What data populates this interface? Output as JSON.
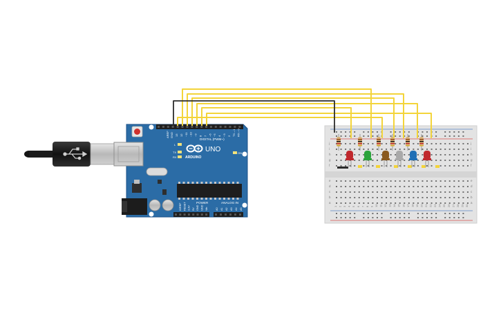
{
  "board": {
    "model": "UNO",
    "brand": "ARDUINO",
    "header_top": "DIGITAL (PWM~)",
    "power_label": "POWER",
    "analog_label": "ANALOG IN",
    "aref": "AREF",
    "gnd": "GND",
    "pin_13": "13",
    "pin_12": "12",
    "pin_11": "~11",
    "pin_10": "~10",
    "pin_9": "~9",
    "pin_8": "8",
    "pin_7": "7",
    "pin_6": "~6",
    "pin_5": "~5",
    "pin_4": "4",
    "pin_3": "~3",
    "pin_2": "2",
    "tx1": "TX→1",
    "rx0": "RX←0",
    "led_l": "L",
    "led_tx": "TX",
    "led_rx": "RX",
    "led_on": "ON",
    "power_pins": [
      "IOREF",
      "RESET",
      "3.3V",
      "5V",
      "GND",
      "GND",
      "Vin"
    ],
    "analog_pins": [
      "A0",
      "A1",
      "A2",
      "A3",
      "A4",
      "A5"
    ]
  },
  "leds": [
    {
      "color": "#c0282d"
    },
    {
      "color": "#2aa33a"
    },
    {
      "color": "#8a5a1e"
    },
    {
      "color": "#a9a9a9"
    },
    {
      "color": "#1f6fb5"
    },
    {
      "color": "#c0282d"
    }
  ],
  "breadboard": {
    "columns": 30,
    "row_letters_top": [
      "j",
      "i",
      "h",
      "g",
      "f"
    ],
    "row_letters_bottom": [
      "e",
      "d",
      "c",
      "b",
      "a"
    ]
  },
  "colors": {
    "board": "#2b6ca6",
    "board_dark": "#1d5288",
    "wire": "#f3d43a",
    "wire_gnd": "#2b2b2b",
    "rail_red": "#d9534f",
    "rail_blue": "#5b86c4"
  }
}
